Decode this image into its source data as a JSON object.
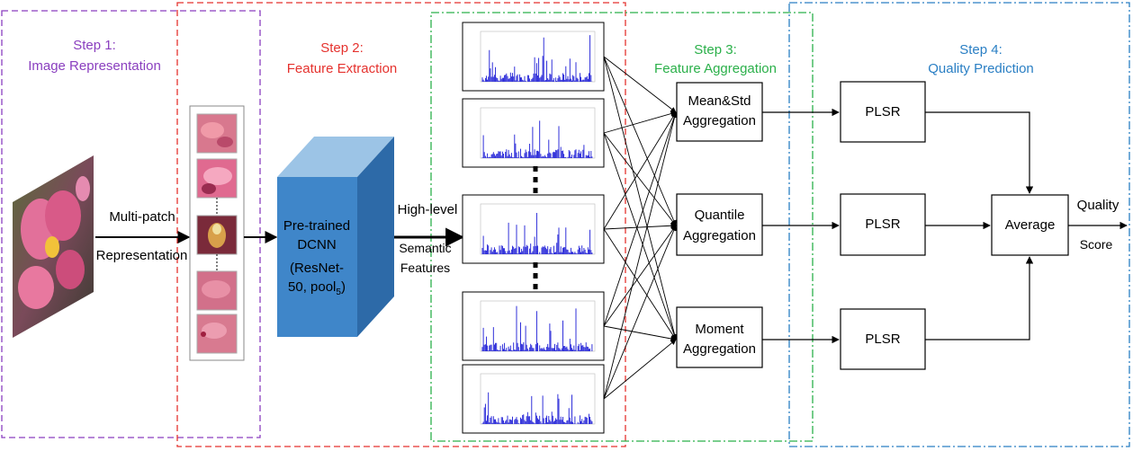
{
  "colors": {
    "step1": "#8a3fbf",
    "step2": "#e5322e",
    "step3": "#2bb04a",
    "step4": "#2a7fc4",
    "dcnn_front": "#3f86c9",
    "dcnn_top": "#9cc4e6",
    "dcnn_side": "#2d6aa8",
    "signal": "#1a1ad6"
  },
  "steps": {
    "step1": {
      "label": "Step 1:",
      "title": "Image Representation"
    },
    "step2": {
      "label": "Step 2:",
      "title": "Feature Extraction"
    },
    "step3": {
      "label": "Step 3:",
      "title": "Feature Aggregation"
    },
    "step4": {
      "label": "Step 4:",
      "title": "Quality Prediction"
    }
  },
  "arrows": {
    "multi_patch_line1": "Multi-patch",
    "multi_patch_line2": "Representation",
    "high_level": "High-level",
    "semantic_line1": "Semantic",
    "semantic_line2": "Features"
  },
  "dcnn": {
    "line1": "Pre-trained",
    "line2": "DCNN",
    "line3": "(ResNet-",
    "line4_prefix": "50, pool",
    "line4_sub": "5",
    "line4_suffix": ")"
  },
  "aggregations": [
    {
      "line1": "Mean&Std",
      "line2": "Aggregation"
    },
    {
      "line1": "Quantile",
      "line2": "Aggregation"
    },
    {
      "line1": "Moment",
      "line2": "Aggregation"
    }
  ],
  "regressors": [
    "PLSR",
    "PLSR",
    "PLSR"
  ],
  "average": "Average",
  "output": {
    "line1": "Quality",
    "line2": "Score"
  },
  "icons": {
    "input_image": "flower-photo-icon",
    "patches": "image-patch-icon",
    "feature_plots": "feature-signal-plot-icon"
  }
}
